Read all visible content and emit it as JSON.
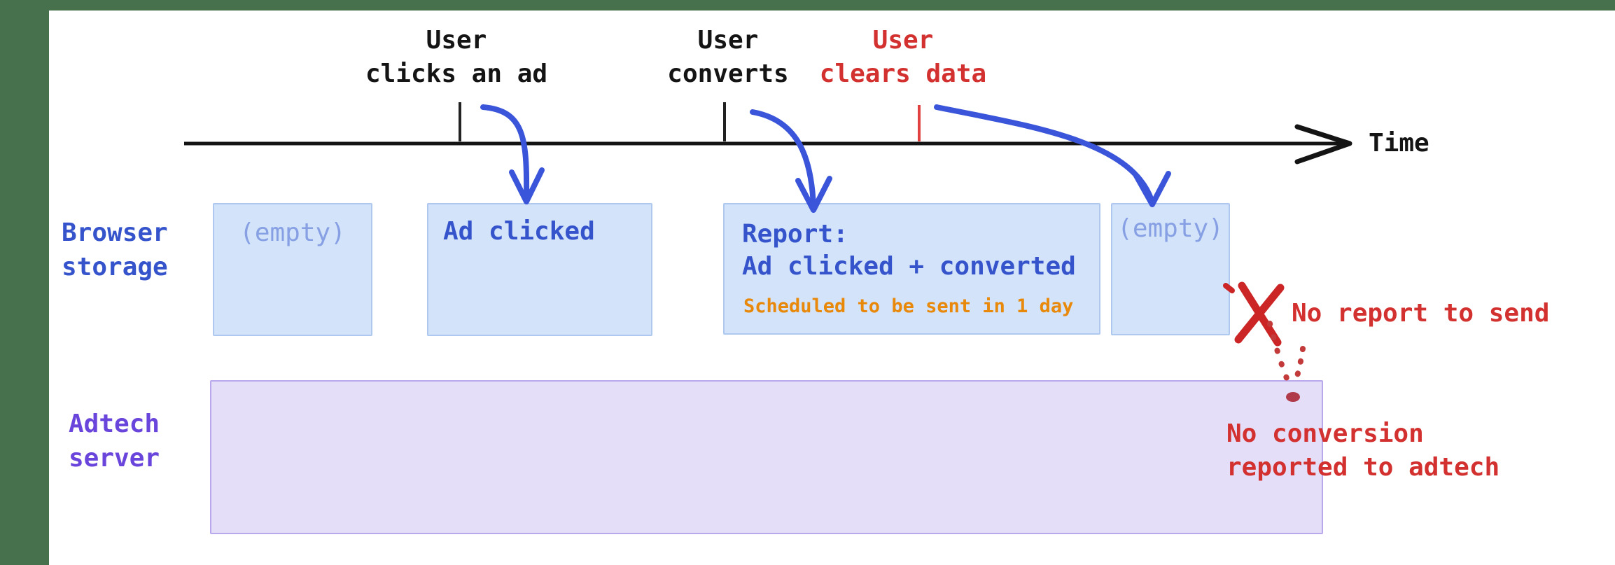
{
  "timeline": {
    "axis_label": "Time",
    "events": [
      {
        "id": "click",
        "line1": "User",
        "line2": "clicks an ad"
      },
      {
        "id": "convert",
        "line1": "User",
        "line2": "converts"
      },
      {
        "id": "clear",
        "line1": "User",
        "line2": "clears data"
      }
    ]
  },
  "lanes": {
    "browser_storage": {
      "line1": "Browser",
      "line2": "storage"
    },
    "adtech_server": {
      "line1": "Adtech",
      "line2": "server"
    }
  },
  "storage_states": [
    {
      "text": "(empty)"
    },
    {
      "text": "Ad clicked"
    },
    {
      "title": "Report:",
      "detail": "Ad clicked + converted",
      "note": "Scheduled to be sent in 1 day"
    },
    {
      "text": "(empty)"
    }
  ],
  "annotations": {
    "no_report": "No report to send",
    "no_conversion_line1": "No conversion",
    "no_conversion_line2": "reported to adtech"
  },
  "colors": {
    "frame_green": "#47714D",
    "axis_black": "#141414",
    "blue_text": "#3554CC",
    "muted_blue_text": "#87A0E4",
    "storage_box_fill": "#D2E3FA",
    "storage_box_border": "#AFC8F0",
    "adtech_box_fill": "#E5DEF8",
    "adtech_box_border": "#B9A9EC",
    "purple_text": "#6A45DB",
    "arrow_blue": "#3A55D9",
    "red": "#D2312F",
    "orange": "#E8890B"
  }
}
